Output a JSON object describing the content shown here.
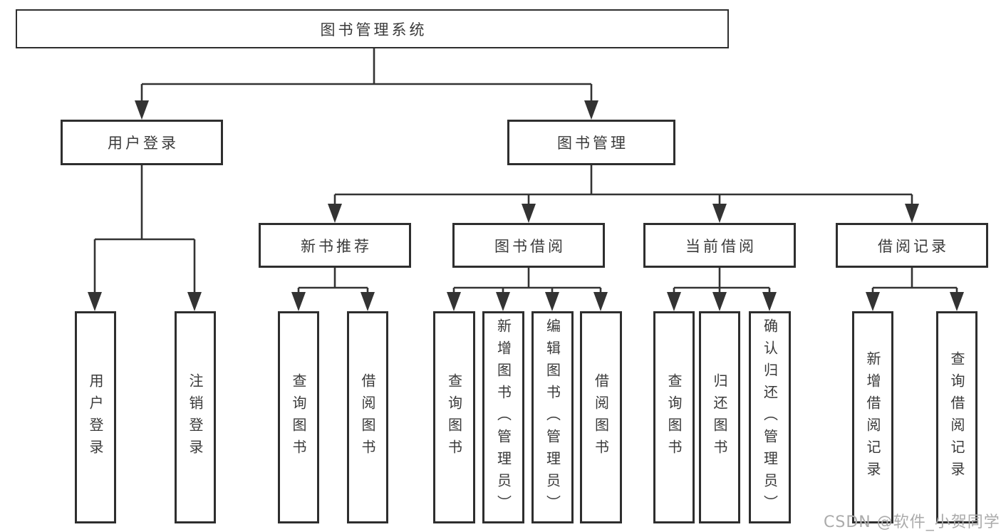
{
  "diagram": {
    "root": {
      "label": "图书管理系统"
    },
    "level2": {
      "user_login": {
        "label": "用户登录"
      },
      "book_management": {
        "label": "图书管理"
      }
    },
    "level3": {
      "new_book_recommend": {
        "label": "新书推荐"
      },
      "book_borrow": {
        "label": "图书借阅"
      },
      "current_borrow": {
        "label": "当前借阅"
      },
      "borrow_records": {
        "label": "借阅记录"
      }
    },
    "level4": {
      "user_login": [
        "用户登录",
        "注销登录"
      ],
      "new_book_recommend": [
        "查询图书",
        "借阅图书"
      ],
      "book_borrow": [
        "查询图书",
        "新增图书（管理员）",
        "编辑图书（管理员）",
        "借阅图书"
      ],
      "current_borrow": [
        "查询图书",
        "归还图书",
        "确认归还（管理员）"
      ],
      "borrow_records": [
        "新增借阅记录",
        "查询借阅记录"
      ]
    }
  },
  "watermark": {
    "text": "CSDN @软件_小贺同学"
  },
  "colors": {
    "line": "#333333",
    "box_border": "#2e2e2e",
    "text": "#3a3a3a",
    "watermark": "#ababab",
    "background": "#ffffff"
  }
}
